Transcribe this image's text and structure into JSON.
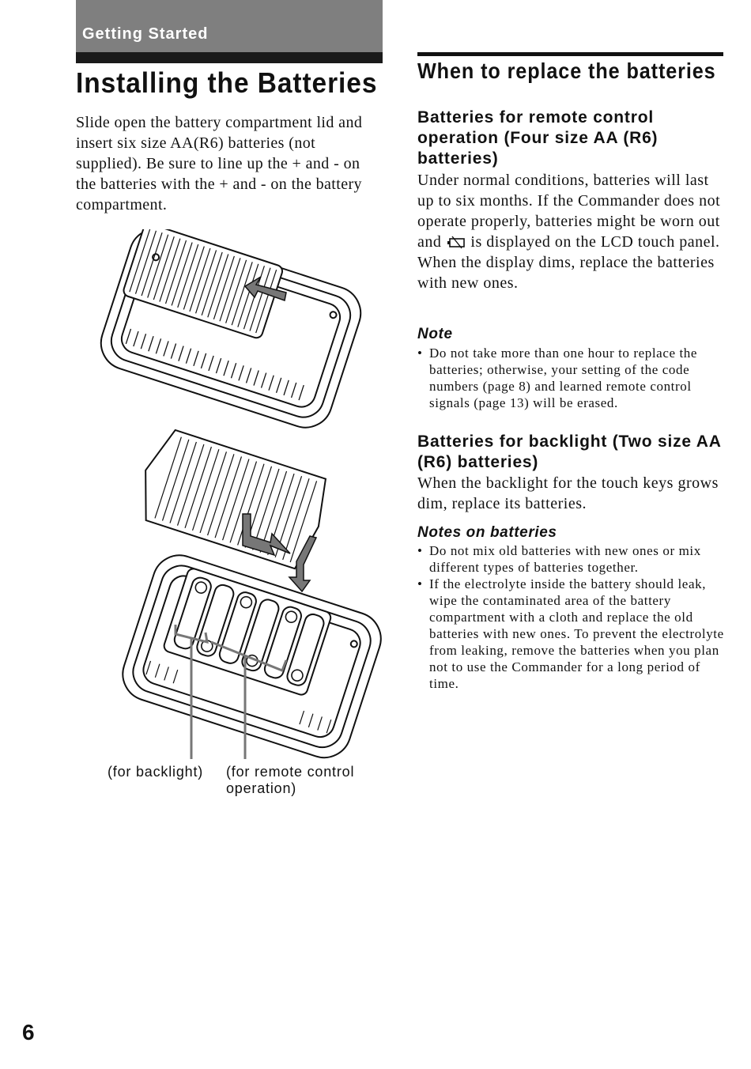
{
  "section": {
    "label": "Getting Started"
  },
  "left": {
    "title": "Installing the Batteries",
    "intro": "Slide open the battery compartment lid and insert six size AA(R6) batteries (not supplied). Be sure to line up the + and - on the batteries with the + and - on the battery compartment.",
    "captions": {
      "backlight": "(for backlight)",
      "remote": "(for remote control operation)"
    }
  },
  "right": {
    "heading": "When to replace the batteries",
    "remote_section": {
      "title": "Batteries for remote control operation (Four size AA (R6) batteries)",
      "text_before_icon": "Under normal conditions, batteries will last up to six months. If the Commander does not operate properly, batteries might be worn out and",
      "text_after_icon": "is displayed on the LCD touch panel. When the display dims, replace the batteries with new ones.",
      "icon": "battery-low-icon"
    },
    "note": {
      "title": "Note",
      "items": [
        "Do not take more than one hour to replace the batteries; otherwise, your setting of the code numbers (page 8) and learned remote control signals (page 13) will be erased."
      ]
    },
    "backlight_section": {
      "title": "Batteries for backlight (Two size AA (R6) batteries)",
      "text": "When the backlight for the touch keys grows dim, replace its batteries."
    },
    "notes": {
      "title": "Notes on batteries",
      "items": [
        "Do not mix old batteries with new ones or mix different types of batteries together.",
        "If the electrolyte inside the battery should leak, wipe the contaminated area of the battery compartment with a cloth and replace the old batteries with new ones. To prevent the electrolyte from leaking, remove the batteries when you plan not to use the Commander for a long period of time."
      ]
    }
  },
  "page_number": "6"
}
